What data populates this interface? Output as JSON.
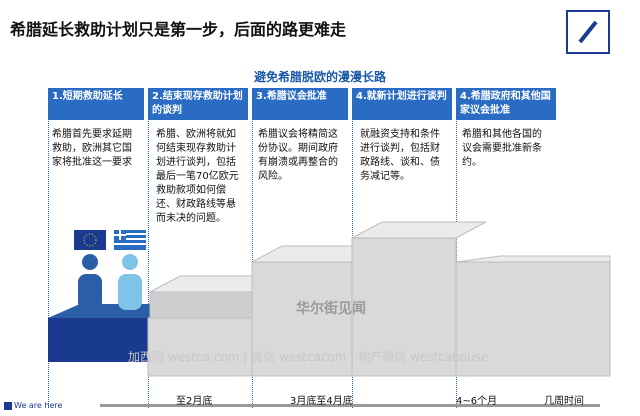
{
  "header": {
    "title": "希腊延长救助计划只是第一步，后面的路更难走",
    "subtitle": "避免希腊脱欧的漫漫长路"
  },
  "steps": [
    {
      "head": "1.短期救助延长",
      "body": "希腊首先要求延期救助，欧洲其它国家将批准这一要求"
    },
    {
      "head": "2.结束现存救助计划的谈判",
      "body": "希腊、欧洲将就如何结束现存救助计划进行谈判，包括最后一笔70亿欧元救助款项如何偿还、财政路线等悬而未决的问题。"
    },
    {
      "head": "3.希腊议会批准",
      "body": "希腊议会将精简这份协议。期间政府有崩溃或再整合的风险。"
    },
    {
      "head": "4.就新计划进行谈判",
      "body": "就融资支持和条件进行谈判，包括财政路线、谈和、债务减记等。"
    },
    {
      "head": "4.希腊政府和其他国家议会批准",
      "body": "希腊和其他各国的议会需要批准新条约。"
    }
  ],
  "timeline": {
    "labels": [
      "至2月底",
      "3月底至4月底",
      "4~6个月",
      "几周时间"
    ]
  },
  "legend": {
    "we_are_here": "We are here"
  },
  "watermark": {
    "brand": "华尔街见闻",
    "text": "加西网 westca.com | 微信 westcacom | 地产微信 westcahouse"
  },
  "colors": {
    "header_blue": "#2a6cc4",
    "title_blue": "#1a5aa8",
    "dark_navy": "#1a3a8f",
    "stair_gray": "#d9d9d9",
    "figure_blue": "#2a5fa8",
    "figure_light": "#7fc3e6"
  }
}
